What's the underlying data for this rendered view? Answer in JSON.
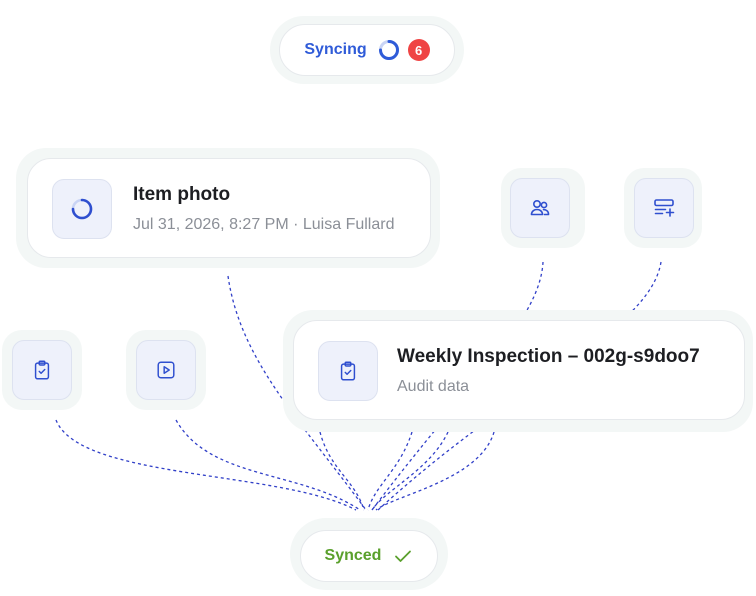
{
  "syncing": {
    "label": "Syncing",
    "count": "6",
    "spinner_icon": "spinner-icon",
    "color": "#2f5bd8",
    "badge_color": "#ef4444"
  },
  "item_photo": {
    "title": "Item photo",
    "subtitle": "Jul 31, 2026, 8:27 PM · Luisa Fullard",
    "icon": "spinner-icon"
  },
  "weekly_inspection": {
    "title": "Weekly Inspection – 002g-s9doo7",
    "subtitle": "Audit data",
    "icon": "clipboard-check-icon"
  },
  "floating_icons": [
    "users-icon",
    "form-add-icon",
    "clipboard-check-icon",
    "play-icon"
  ],
  "synced": {
    "label": "Synced",
    "icon": "checkmark-icon",
    "color": "#5aa02c"
  },
  "colors": {
    "accent": "#2f4fcf",
    "connector": "#3140c8",
    "halo": "#f3f7f6"
  }
}
